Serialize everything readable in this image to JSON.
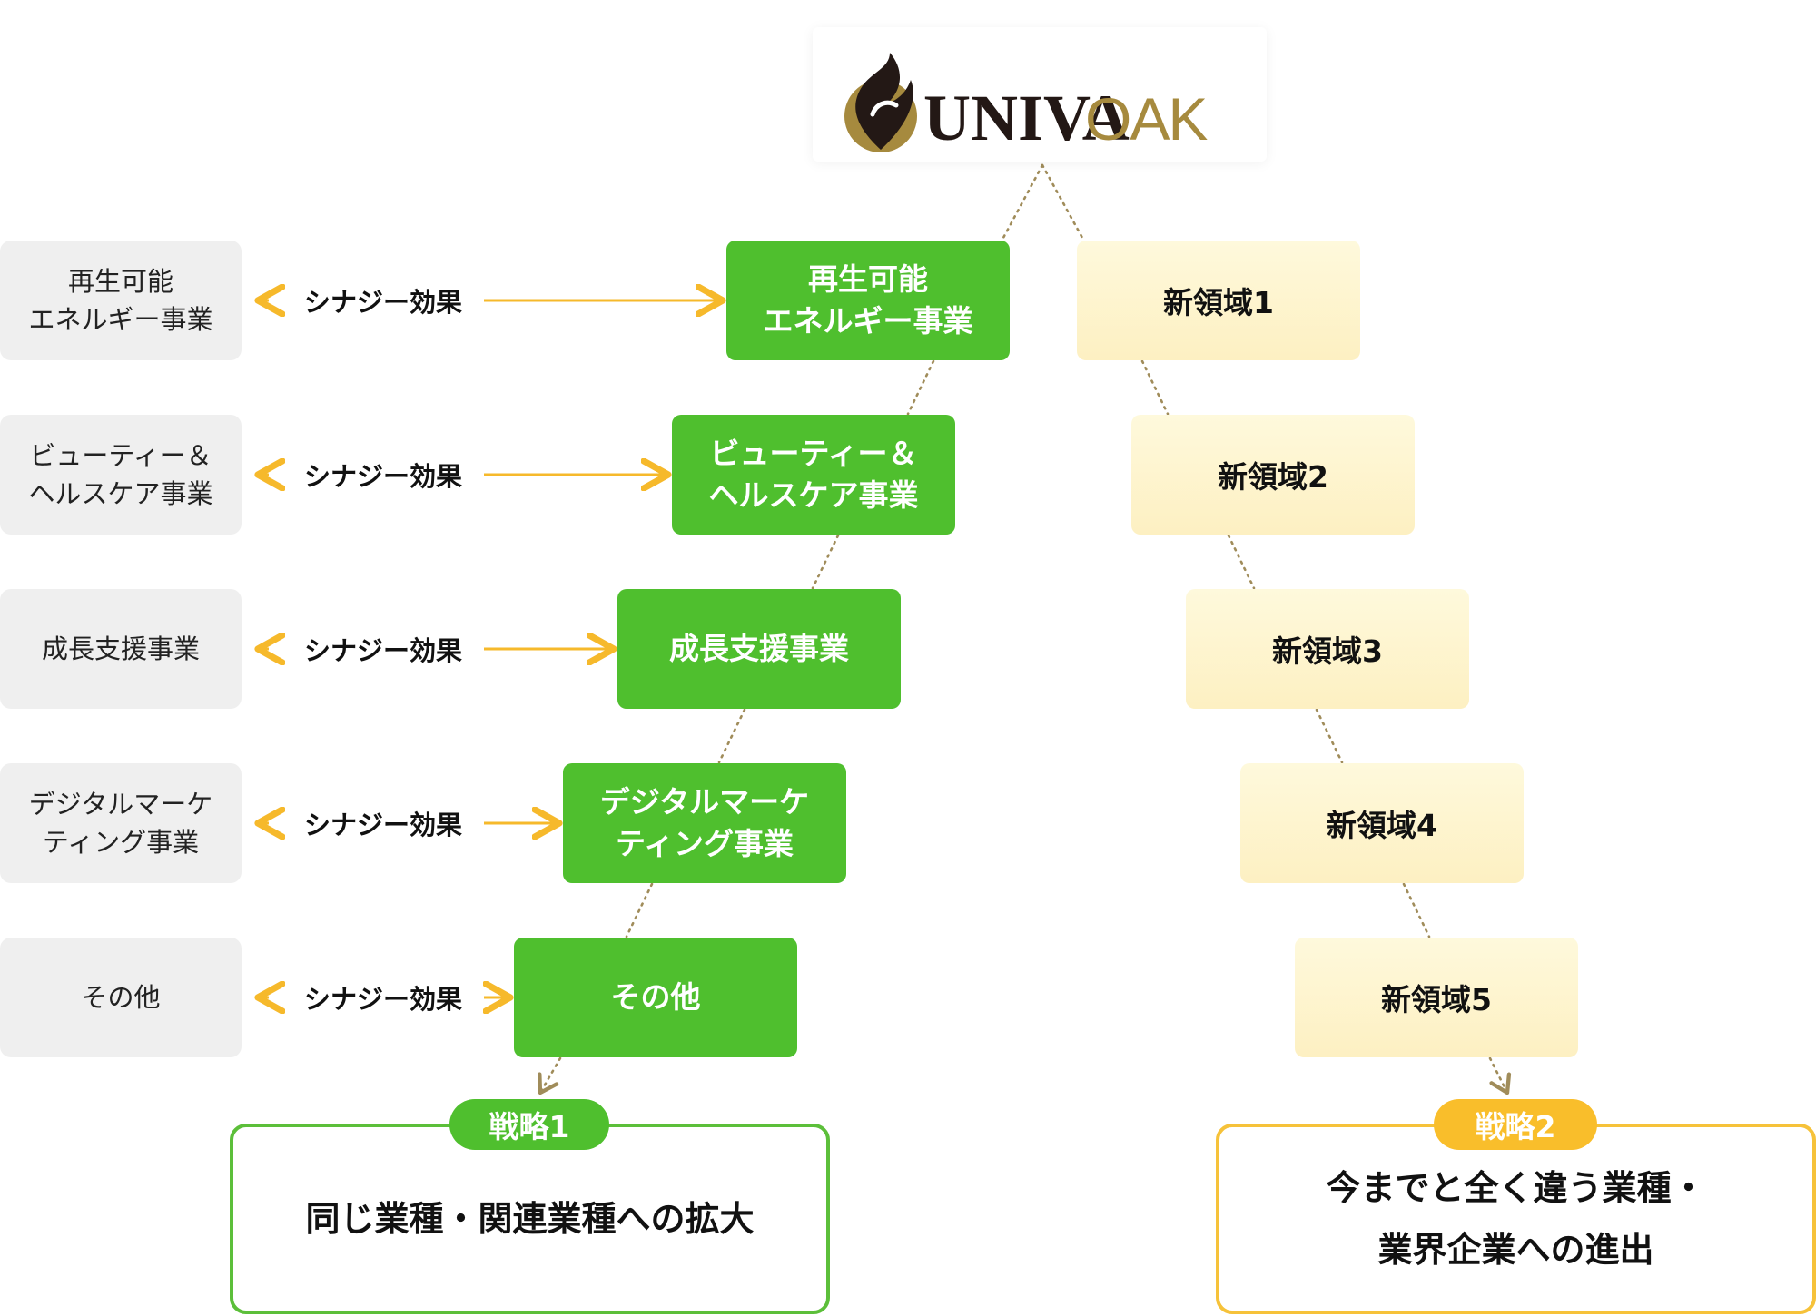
{
  "logo": {
    "brand_bold": "UNIVA",
    "brand_light": "OAK"
  },
  "synergy_label": "シナジー効果",
  "rows": [
    {
      "left_label": "再生可能\nエネルギー事業",
      "green_label": "再生可能\nエネルギー事業",
      "yellow_label": "新領域1"
    },
    {
      "left_label": "ビューティー＆\nヘルスケア事業",
      "green_label": "ビューティー＆\nヘルスケア事業",
      "yellow_label": "新領域2"
    },
    {
      "left_label": "成長支援事業",
      "green_label": "成長支援事業",
      "yellow_label": "新領域3"
    },
    {
      "left_label": "デジタルマーケ\nティング事業",
      "green_label": "デジタルマーケ\nティング事業",
      "yellow_label": "新領域4"
    },
    {
      "left_label": "その他",
      "green_label": "その他",
      "yellow_label": "新領域5"
    }
  ],
  "strategy1": {
    "pill": "戦略1",
    "text": "同じ業種・関連業種への拡大"
  },
  "strategy2": {
    "pill": "戦略2",
    "text": "今までと全く違う業種・\n業界企業への進出"
  },
  "colors": {
    "green": "#4fbf2e",
    "yellow": "#f9be2b",
    "yellow_box": "#fdf3c8",
    "grey_box": "#efefef",
    "arrow": "#f6b92b",
    "dotted": "#a08c5a",
    "logo_gold": "#a68a3e",
    "logo_dark": "#231815"
  }
}
